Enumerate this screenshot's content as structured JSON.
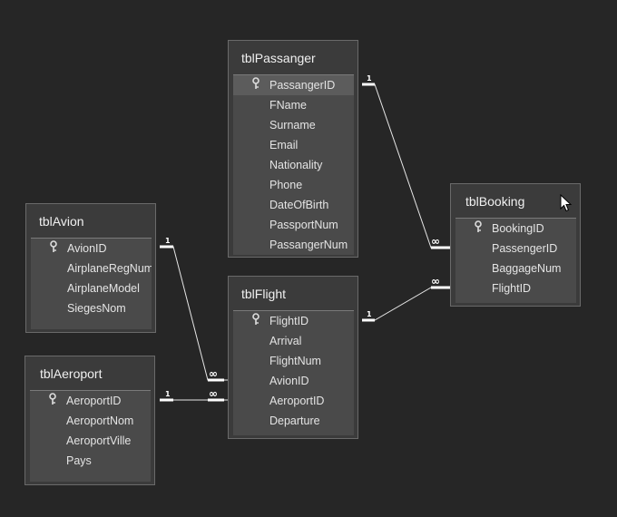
{
  "tables": {
    "passanger": {
      "title": "tblPassanger",
      "fields": [
        "PassangerID",
        "FName",
        "Surname",
        "Email",
        "Nationality",
        "Phone",
        "DateOfBirth",
        "PassportNum",
        "PassangerNum"
      ]
    },
    "avion": {
      "title": "tblAvion",
      "fields": [
        "AvionID",
        "AirplaneRegNum",
        "AirplaneModel",
        "SiegesNom"
      ]
    },
    "aeroport": {
      "title": "tblAeroport",
      "fields": [
        "AeroportID",
        "AeroportNom",
        "AeroportVille",
        "Pays"
      ]
    },
    "flight": {
      "title": "tblFlight",
      "fields": [
        "FlightID",
        "Arrival",
        "FlightNum",
        "AvionID",
        "AeroportID",
        "Departure"
      ]
    },
    "booking": {
      "title": "tblBooking",
      "fields": [
        "BookingID",
        "PassengerID",
        "BaggageNum",
        "FlightID"
      ]
    }
  },
  "relationships": {
    "one_label": "1",
    "many_label": "∞"
  },
  "colors": {
    "background": "#262626",
    "table_bg": "#3b3b3b",
    "field_bg": "#4a4a4a",
    "selected_row": "#5c5c5c",
    "line": "#e6e6e6"
  },
  "icons": {
    "primary_key": "key-icon",
    "pointer": "mouse-cursor-icon"
  }
}
